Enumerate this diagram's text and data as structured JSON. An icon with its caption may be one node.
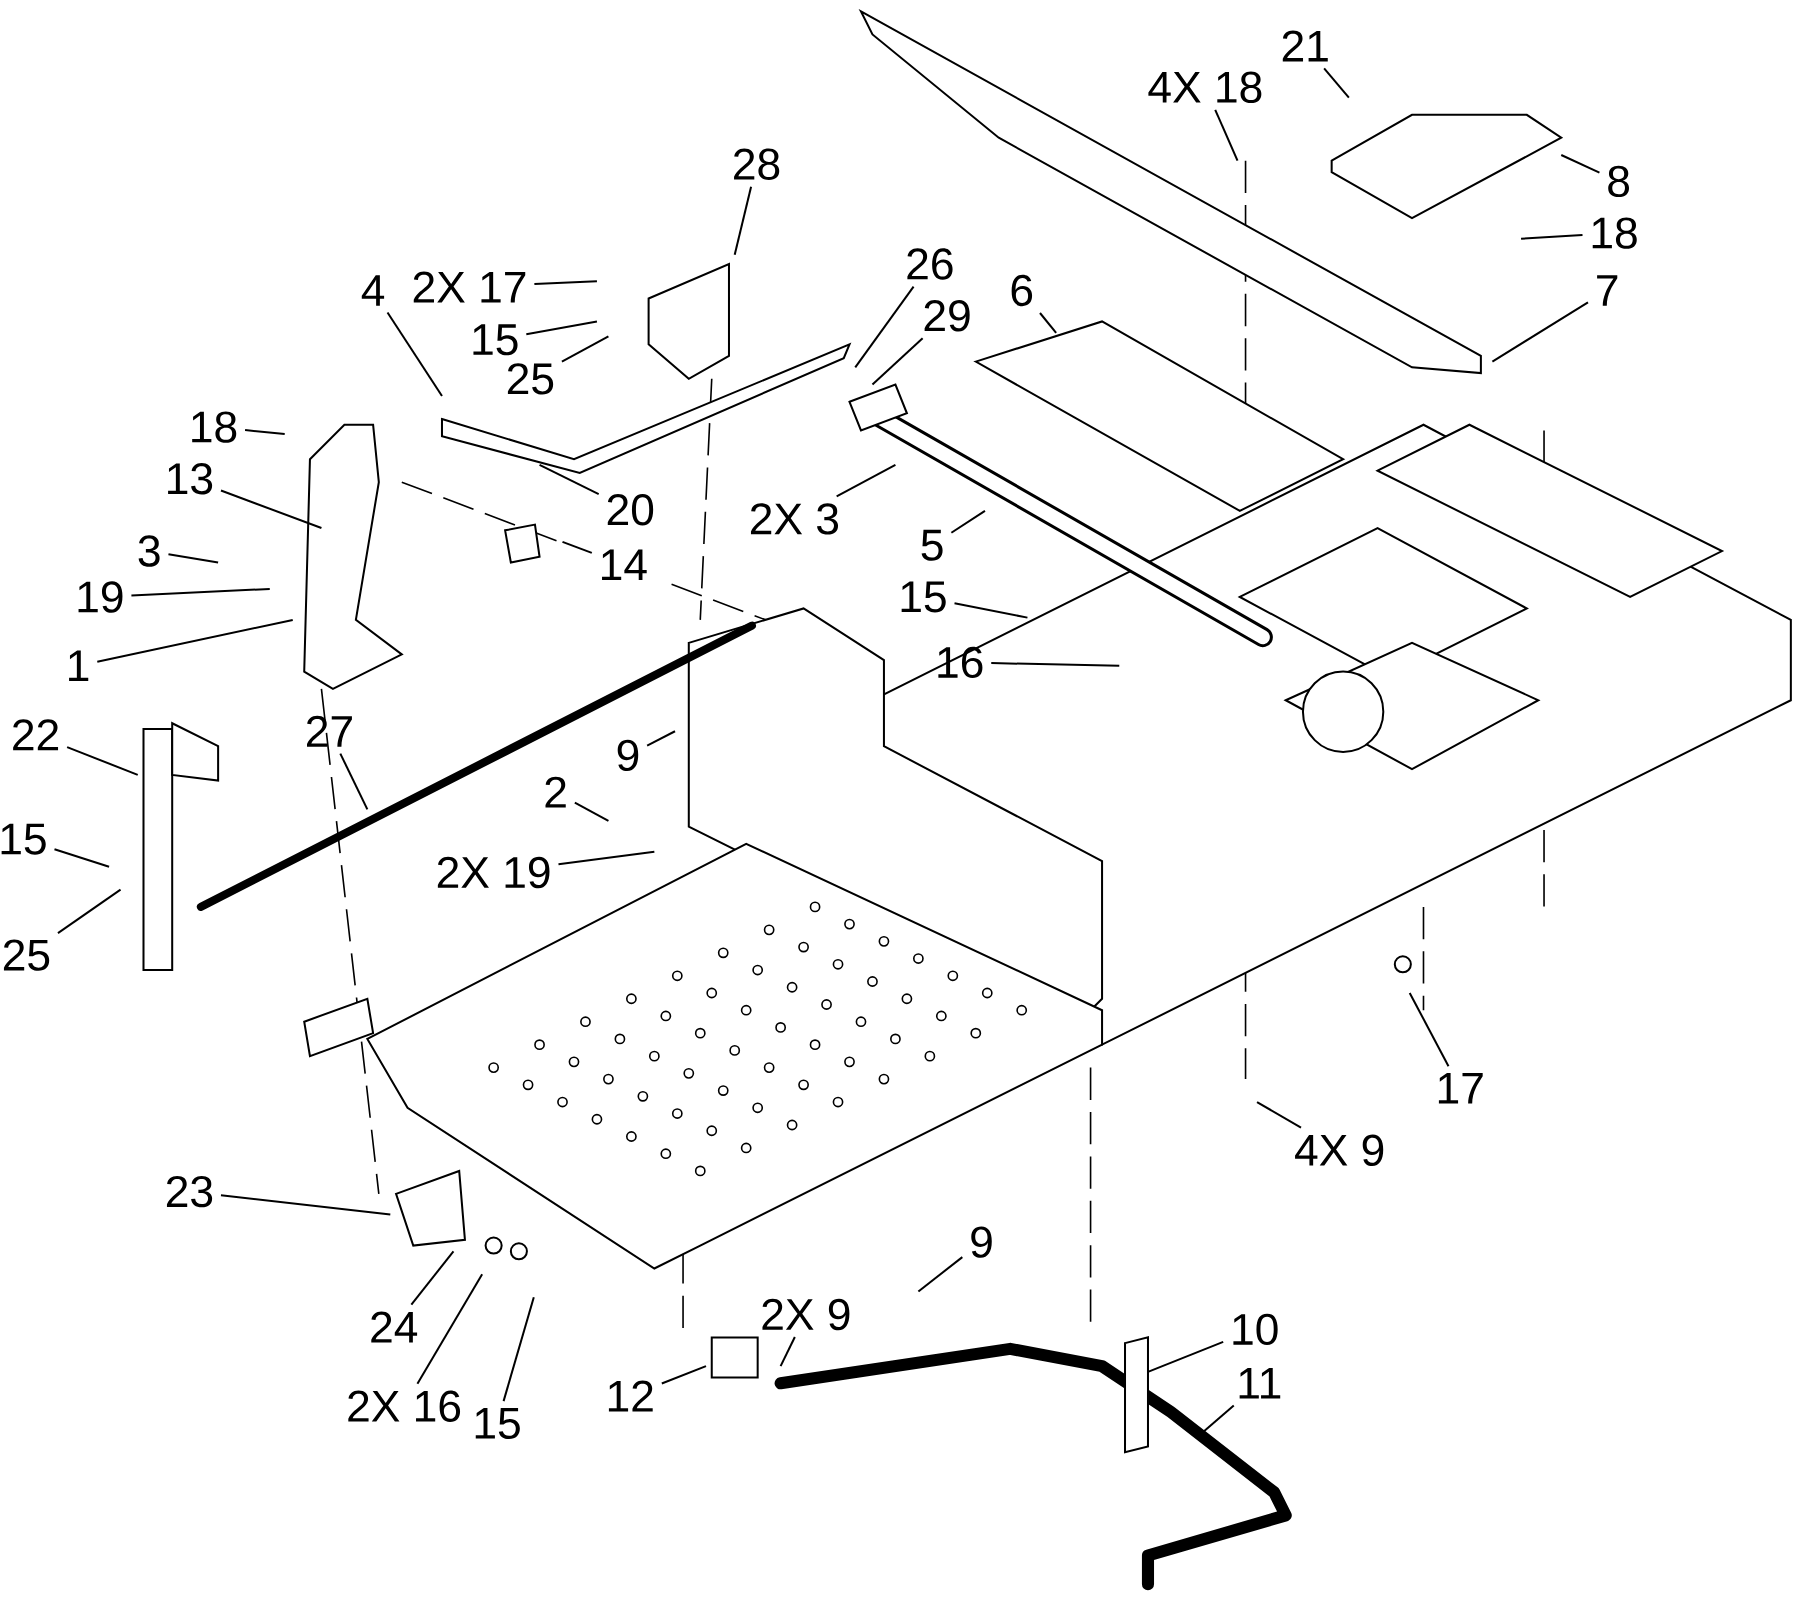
{
  "diagram": {
    "nodes": [
      {
        "text": [
          "28"
        ]
      },
      {
        "text": [
          "2X 17"
        ]
      },
      {
        "text": [
          "4"
        ]
      },
      {
        "text": [
          "26"
        ]
      },
      {
        "text": [
          "29"
        ]
      },
      {
        "text": [
          "15"
        ]
      },
      {
        "text": [
          "25"
        ]
      },
      {
        "text": [
          "6"
        ]
      },
      {
        "text": [
          "18"
        ]
      },
      {
        "text": [
          "13"
        ]
      },
      {
        "text": [
          "20"
        ]
      },
      {
        "text": [
          "2X 3"
        ]
      },
      {
        "text": [
          "5"
        ]
      },
      {
        "text": [
          "3"
        ]
      },
      {
        "text": [
          "14"
        ]
      },
      {
        "text": [
          "19"
        ]
      },
      {
        "text": [
          "15"
        ]
      },
      {
        "text": [
          "16"
        ]
      },
      {
        "text": [
          "1"
        ]
      },
      {
        "text": [
          "22"
        ]
      },
      {
        "text": [
          "27"
        ]
      },
      {
        "text": [
          "9"
        ]
      },
      {
        "text": [
          "2"
        ]
      },
      {
        "text": [
          "15"
        ]
      },
      {
        "text": [
          "2X 19"
        ]
      },
      {
        "text": [
          "25"
        ]
      },
      {
        "text": [
          "21"
        ]
      },
      {
        "text": [
          "4X 18"
        ]
      },
      {
        "text": [
          "8"
        ]
      },
      {
        "text": [
          "18"
        ]
      },
      {
        "text": [
          "7"
        ]
      },
      {
        "text": [
          "17"
        ]
      },
      {
        "text": [
          "4X 9"
        ]
      },
      {
        "text": [
          "23"
        ]
      },
      {
        "text": [
          "9"
        ]
      },
      {
        "text": [
          "2X 9"
        ]
      },
      {
        "text": [
          "24"
        ]
      },
      {
        "text": [
          "10"
        ]
      },
      {
        "text": [
          "11"
        ]
      },
      {
        "text": [
          "12"
        ]
      },
      {
        "text": [
          "2X 16"
        ]
      },
      {
        "text": [
          "15"
        ]
      }
    ],
    "edges": [
      {
        "from": 0,
        "to": null,
        "arrow": "none"
      },
      {
        "from": 1,
        "to": null,
        "arrow": "none"
      },
      {
        "from": 2,
        "to": null,
        "arrow": "none"
      },
      {
        "from": 3,
        "to": null,
        "arrow": "none"
      },
      {
        "from": 4,
        "to": null,
        "arrow": "none"
      },
      {
        "from": 5,
        "to": null,
        "arrow": "none"
      },
      {
        "from": 6,
        "to": null,
        "arrow": "none"
      },
      {
        "from": 7,
        "to": null,
        "arrow": "none"
      },
      {
        "from": 8,
        "to": null,
        "arrow": "none"
      },
      {
        "from": 9,
        "to": null,
        "arrow": "none"
      },
      {
        "from": 10,
        "to": null,
        "arrow": "none"
      },
      {
        "from": 11,
        "to": null,
        "arrow": "none"
      },
      {
        "from": 12,
        "to": null,
        "arrow": "none"
      },
      {
        "from": 13,
        "to": null,
        "arrow": "none"
      },
      {
        "from": 14,
        "to": null,
        "arrow": "none"
      },
      {
        "from": 15,
        "to": null,
        "arrow": "none"
      },
      {
        "from": 16,
        "to": null,
        "arrow": "none"
      },
      {
        "from": 17,
        "to": null,
        "arrow": "none"
      },
      {
        "from": 18,
        "to": null,
        "arrow": "none"
      },
      {
        "from": 19,
        "to": null,
        "arrow": "none"
      },
      {
        "from": 20,
        "to": null,
        "arrow": "none"
      },
      {
        "from": 21,
        "to": null,
        "arrow": "none"
      },
      {
        "from": 22,
        "to": null,
        "arrow": "none"
      },
      {
        "from": 23,
        "to": null,
        "arrow": "none"
      },
      {
        "from": 24,
        "to": null,
        "arrow": "none"
      },
      {
        "from": 25,
        "to": null,
        "arrow": "none"
      },
      {
        "from": 26,
        "to": null,
        "arrow": "none"
      },
      {
        "from": 27,
        "to": null,
        "arrow": "none"
      },
      {
        "from": 28,
        "to": null,
        "arrow": "none"
      },
      {
        "from": 29,
        "to": null,
        "arrow": "none"
      },
      {
        "from": 30,
        "to": null,
        "arrow": "none"
      },
      {
        "from": 31,
        "to": null,
        "arrow": "none"
      },
      {
        "from": 32,
        "to": null,
        "arrow": "none"
      },
      {
        "from": 33,
        "to": null,
        "arrow": "none"
      },
      {
        "from": 34,
        "to": null,
        "arrow": "none"
      },
      {
        "from": 35,
        "to": null,
        "arrow": "none"
      },
      {
        "from": 36,
        "to": null,
        "arrow": "none"
      },
      {
        "from": 37,
        "to": null,
        "arrow": "none"
      },
      {
        "from": 38,
        "to": null,
        "arrow": "none"
      },
      {
        "from": 39,
        "to": null,
        "arrow": "none"
      },
      {
        "from": 40,
        "to": null,
        "arrow": "none"
      },
      {
        "from": 41,
        "to": null,
        "arrow": "none"
      }
    ]
  }
}
